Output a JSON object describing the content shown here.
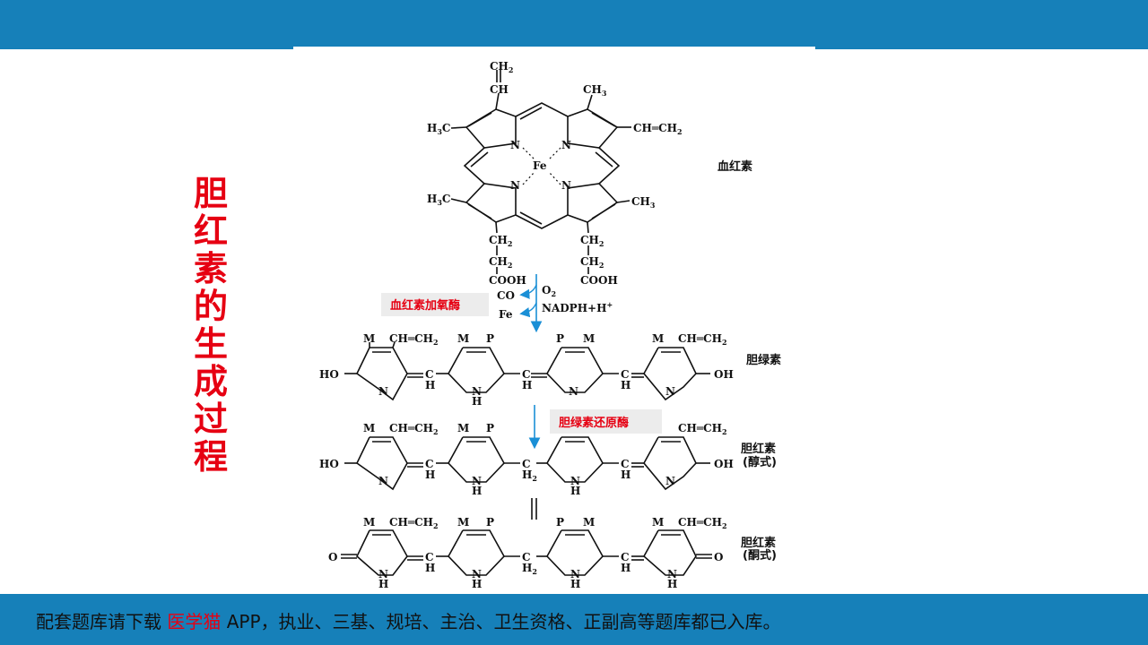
{
  "side_title": "胆红素的生成过程",
  "footer": {
    "prefix": "配套题库请下载 ",
    "brand": "医学猫",
    "suffix": " APP，执业、三基、规培、主治、卫生资格、正副高等题库都已入库。"
  },
  "compounds": {
    "heme": "血红素",
    "biliverdin": "胆绿素",
    "bilirubin_enol": "胆红素",
    "enol_form": "(醇式)",
    "bilirubin_keto": "胆红素",
    "keto_form": "(酮式)"
  },
  "enzymes": {
    "heme_oxygenase": "血红素加氧酶",
    "biliverdin_reductase": "胆绿素还原酶"
  },
  "reaction": {
    "co": "CO",
    "fe_out": "Fe",
    "o2": "O",
    "o2_sub": "2",
    "nadph": "NADPH+H",
    "nadph_sup": "+"
  },
  "heme_labels": {
    "ch2": "CH",
    "ch2_sub": "2",
    "ch": "CH",
    "ch3": "CH",
    "ch3_sub": "3",
    "h3c": "H",
    "h3c_sub": "3",
    "h3c_c": "C",
    "vinyl": "CH═CH",
    "vinyl_sub": "2",
    "n": "N",
    "fe": "Fe",
    "cooh": "COOH"
  },
  "chain_labels": {
    "m": "M",
    "p": "P",
    "vinyl": "CH═CH",
    "vinyl_sub": "2",
    "ho": "HO",
    "oh": "OH",
    "o": "O",
    "c": "C",
    "h": "H",
    "h2": "H",
    "h2_sub": "2",
    "n": "N",
    "nh_n": "N",
    "nh_h": "H",
    "equal_sign": "‖"
  },
  "colors": {
    "header_bar": "#1680b9",
    "title_red": "#e60012",
    "arrow_blue": "#1a8fd6"
  }
}
